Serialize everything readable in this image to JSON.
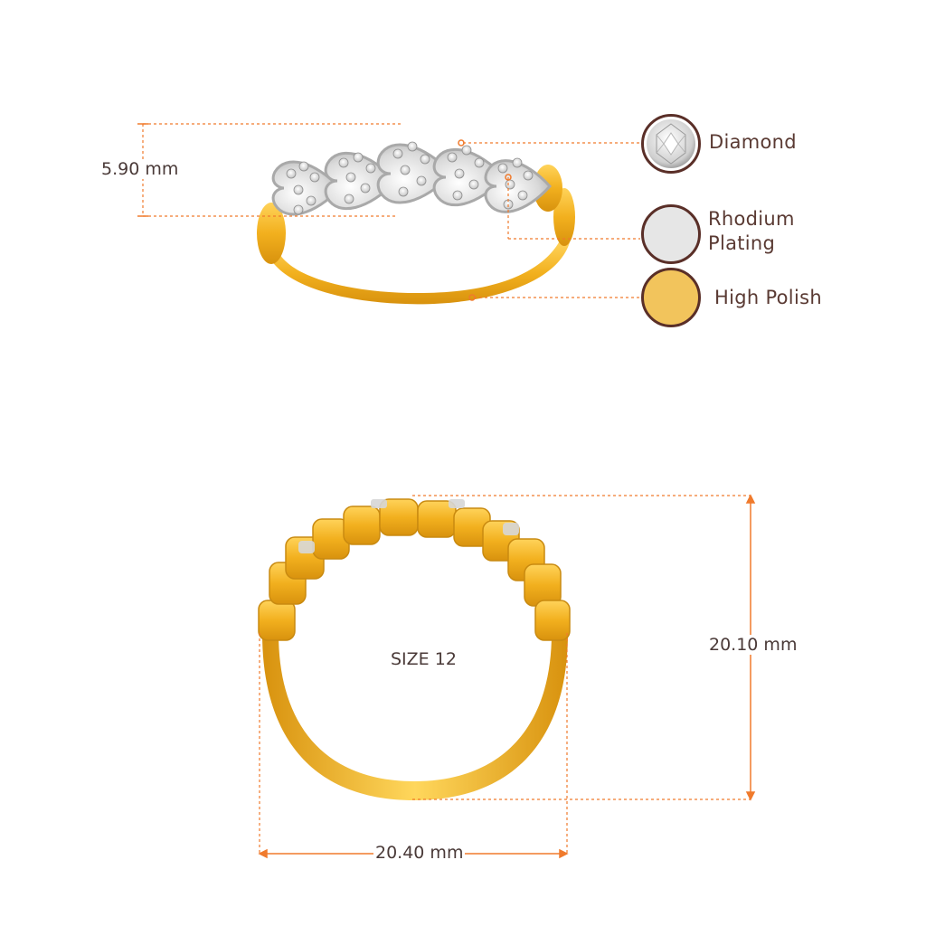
{
  "product": {
    "height_label": "5.90 mm",
    "size_label": "SIZE 12",
    "ring_height_label": "20.10 mm",
    "ring_width_label": "20.40 mm"
  },
  "legend": {
    "items": [
      {
        "label": "Diamond",
        "color": "#e4e4e4"
      },
      {
        "label": "Rhodium Plating",
        "label_line1": "Rhodium",
        "label_line2": "Plating",
        "color": "#e6e6e6"
      },
      {
        "label": "High Polish",
        "color": "#f2c45c"
      }
    ]
  },
  "colors": {
    "dimension_line": "#f07a2c",
    "gold": "#f0b429",
    "gold_dark": "#c98a10",
    "swatch_border": "#5a2f28"
  }
}
